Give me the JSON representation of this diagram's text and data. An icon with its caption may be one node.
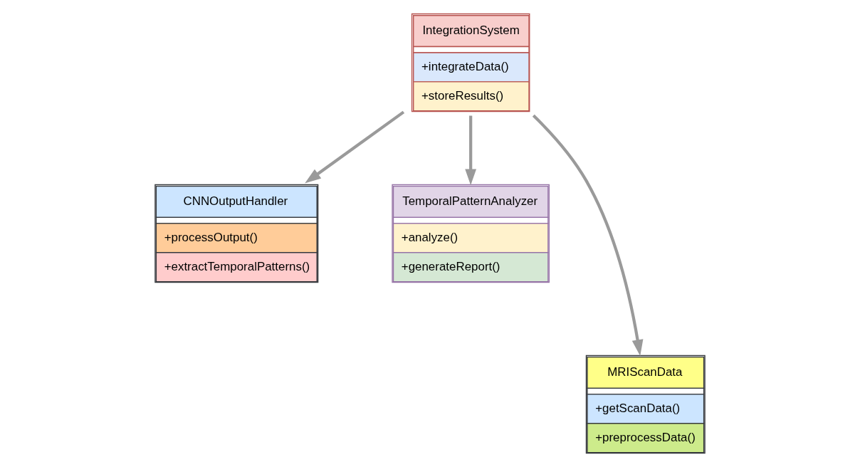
{
  "diagram": {
    "nodes": [
      {
        "text": [
          "IntegrationSystem",
          "+integrateData()",
          "+storeResults()"
        ]
      },
      {
        "text": [
          "CNNOutputHandler",
          "+processOutput()",
          "+extractTemporalPatterns()"
        ]
      },
      {
        "text": [
          "TemporalPatternAnalyzer",
          "+analyze()",
          "+generateReport()"
        ]
      },
      {
        "text": [
          "MRIScanData",
          "+getScanData()",
          "+preprocessData()"
        ]
      }
    ],
    "edges": [
      {
        "from": 0,
        "to": 1,
        "arrow": "to"
      },
      {
        "from": 0,
        "to": 2,
        "arrow": "to"
      },
      {
        "from": 0,
        "to": 3,
        "arrow": "to"
      }
    ]
  }
}
